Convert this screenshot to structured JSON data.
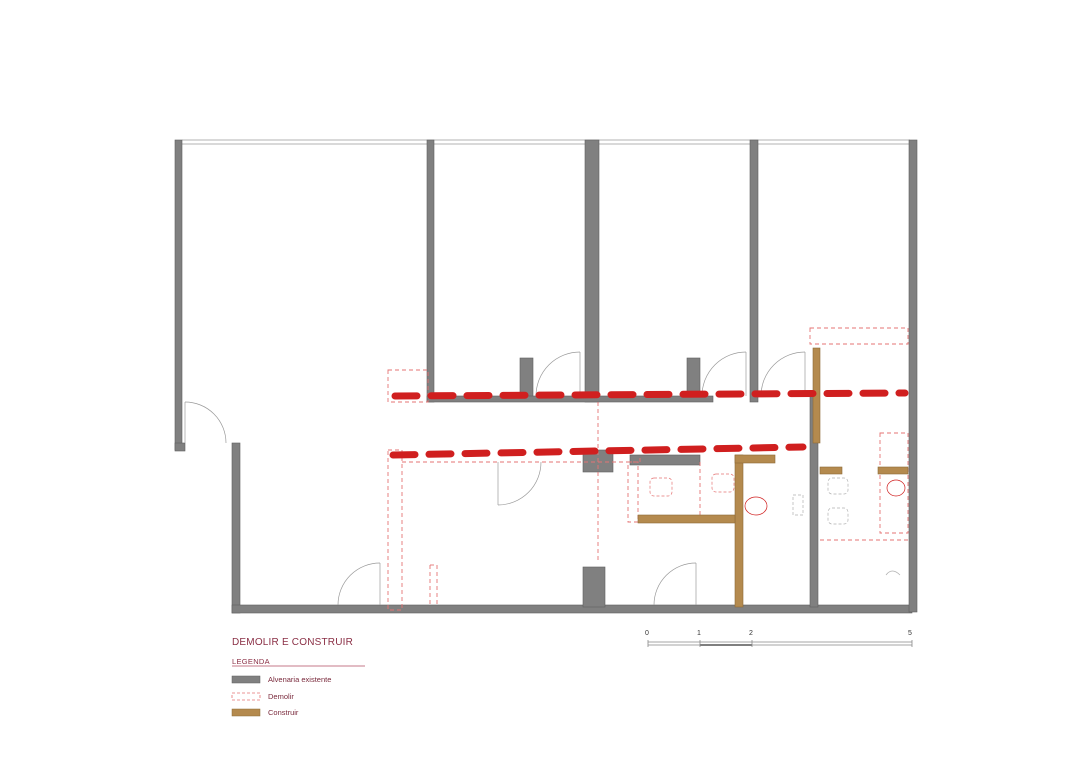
{
  "title": "DEMOLIR E CONSTRUIR",
  "legend": {
    "heading": "LEGENDA",
    "items": [
      {
        "label": "Alvenaria existente",
        "color": "#808080",
        "style": "solid"
      },
      {
        "label": "Demolir",
        "color": "#e57373",
        "style": "dashed-outline"
      },
      {
        "label": "Construir",
        "color": "#b48a4e",
        "style": "solid"
      }
    ]
  },
  "scale_bar": {
    "ticks": [
      "0",
      "1",
      "2",
      "5"
    ]
  },
  "colors": {
    "existing_wall": "#808080",
    "demolish": "#e05a5a",
    "construct": "#b48a4e",
    "cut_line": "#d01f1f",
    "accent_text": "#8a2f45"
  }
}
